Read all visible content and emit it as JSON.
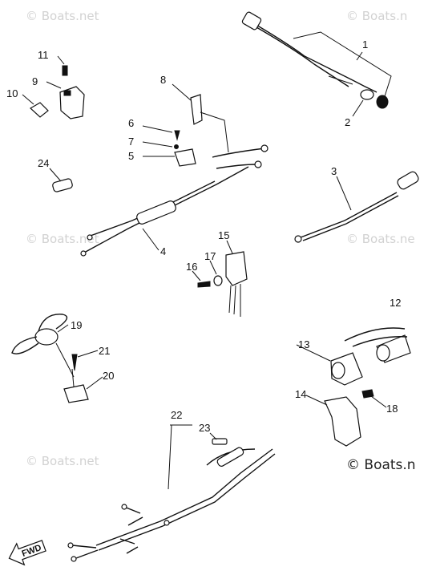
{
  "watermarks": {
    "tl": "© Boats.net",
    "tr": "© Boats.n",
    "ml": "© Boats.net",
    "mr": "© Boats.ne",
    "bl": "© Boats.net",
    "br": "© Boats.n"
  },
  "callouts": {
    "c1": "1",
    "c2": "2",
    "c3": "3",
    "c4": "4",
    "c5": "5",
    "c6": "6",
    "c7": "7",
    "c8": "8",
    "c9": "9",
    "c10": "10",
    "c11": "11",
    "c12": "12",
    "c13": "13",
    "c14": "14",
    "c15": "15",
    "c16": "16",
    "c17": "17",
    "c18": "18",
    "c19": "19",
    "c20": "20",
    "c21": "21",
    "c22": "22",
    "c23": "23",
    "c24": "24"
  },
  "fwd_label": "FWD"
}
